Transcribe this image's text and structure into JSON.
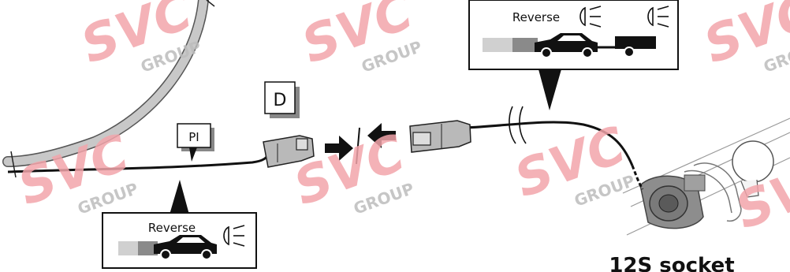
{
  "diagram": {
    "box_reverse_top": "Reverse",
    "box_reverse_bottom": "Reverse",
    "label_pi": "PI",
    "label_d": "D",
    "socket_title": "12S socket"
  },
  "watermark": {
    "main": "SVC",
    "sub": "GROUP",
    "color": "#f2a5ab"
  },
  "colors": {
    "wire": "#111111",
    "cable_gray": "#c8c8c8",
    "connector_gray": "#b9b9b9"
  }
}
